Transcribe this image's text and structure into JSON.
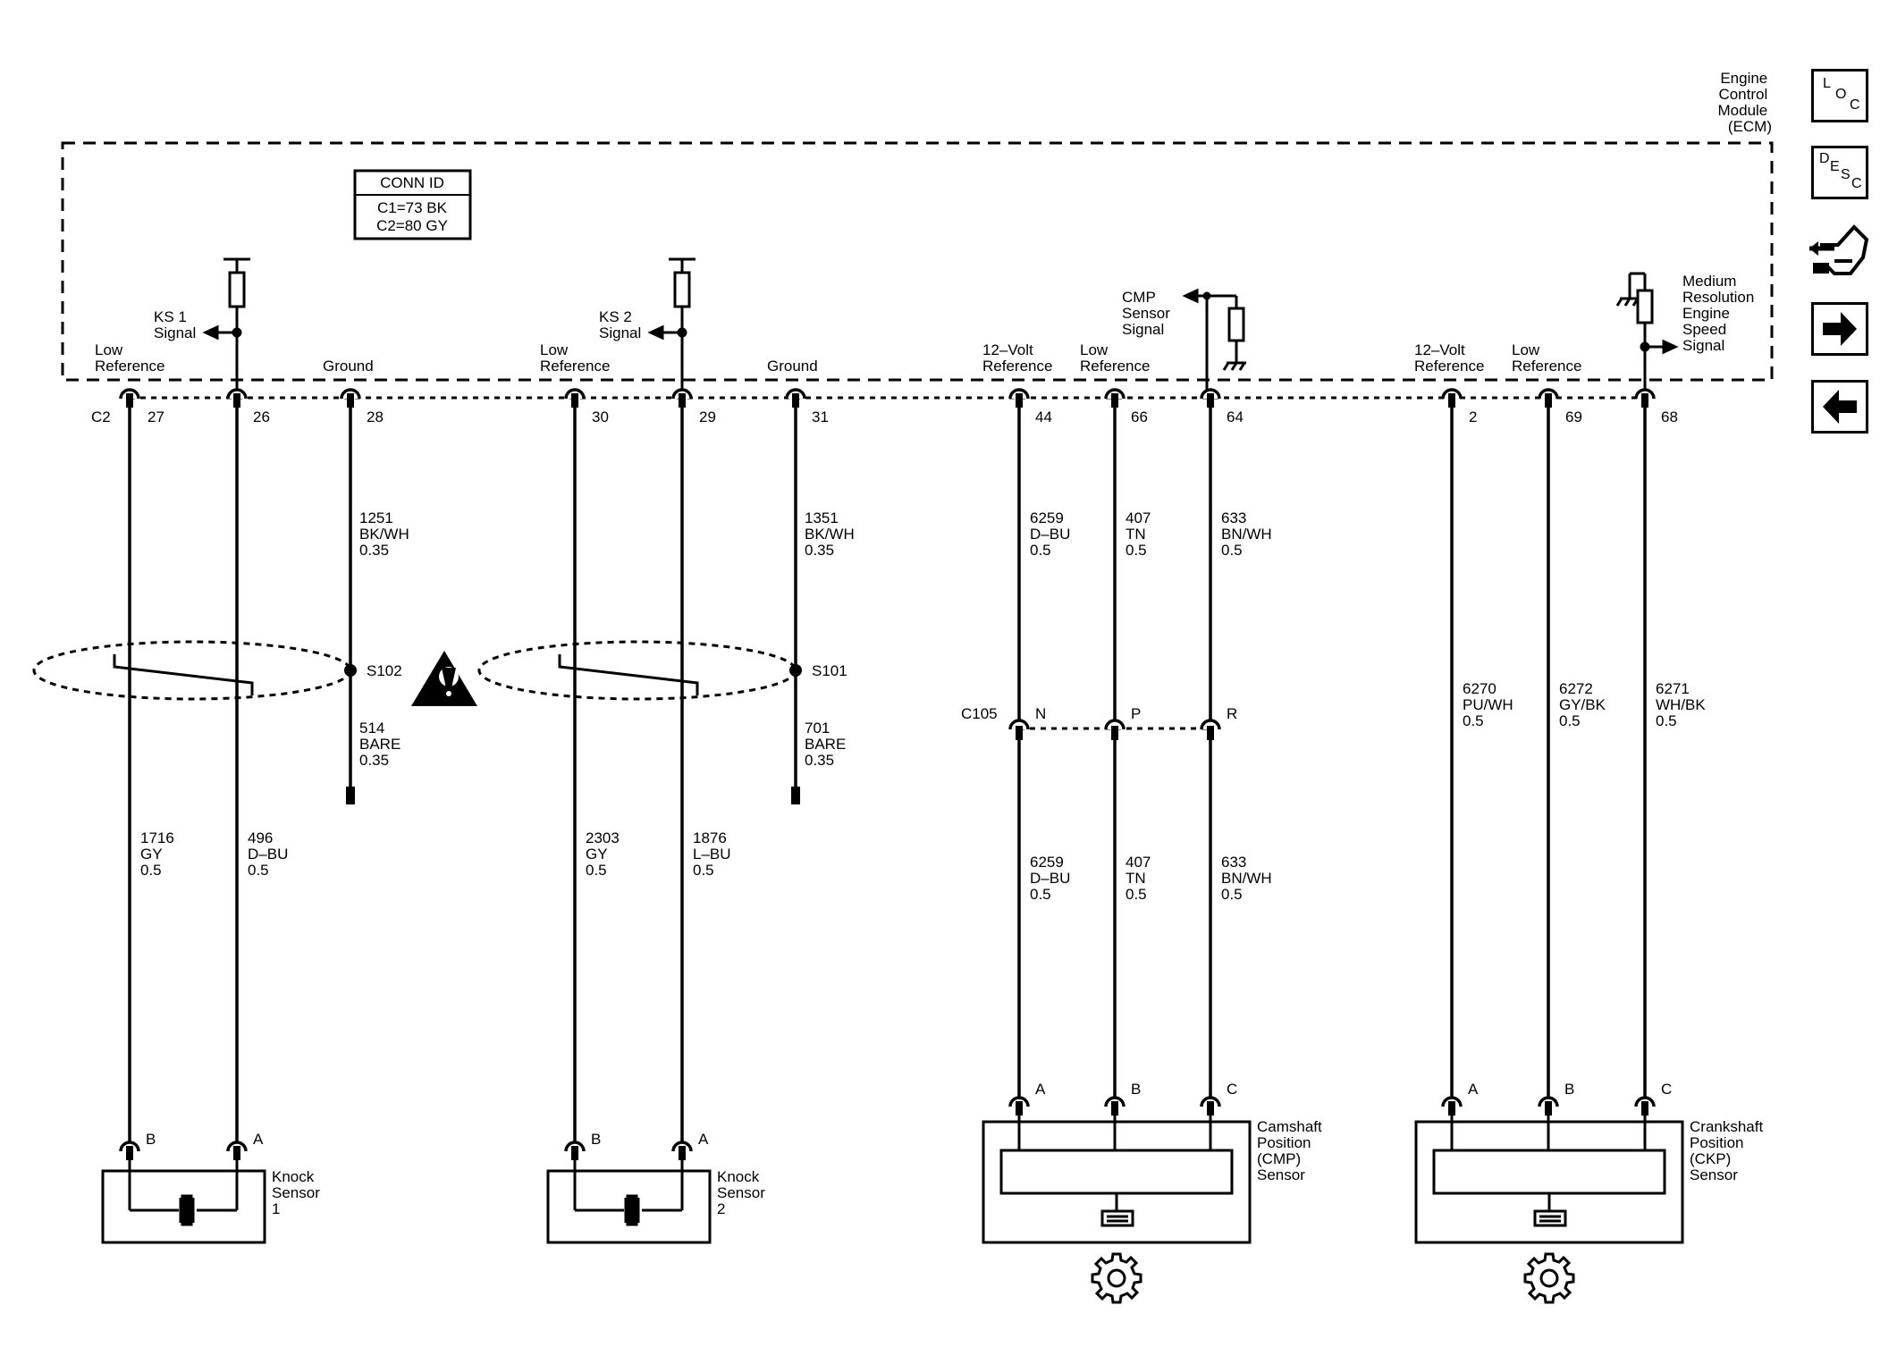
{
  "ecm": {
    "title_lines": [
      "Engine",
      "Control",
      "Module",
      "(ECM)"
    ]
  },
  "conn_id": {
    "title": "CONN ID",
    "c1": "C1=73 BK",
    "c2": "C2=80 GY"
  },
  "nav": {
    "loc": [
      "L",
      "O",
      "C"
    ],
    "desc": [
      "D",
      "E",
      "S",
      "C"
    ]
  },
  "ecm_labels": {
    "ks1_signal": [
      "KS 1",
      "Signal"
    ],
    "ks2_signal": [
      "KS 2",
      "Signal"
    ],
    "low_ref_27": [
      "Low",
      "Reference"
    ],
    "ground_28": [
      "Ground"
    ],
    "low_ref_30": [
      "Low",
      "Reference"
    ],
    "ground_31": [
      "Ground"
    ],
    "v12_ref_44": [
      "12–Volt",
      "Reference"
    ],
    "low_ref_66": [
      "Low",
      "Reference"
    ],
    "cmp_signal": [
      "CMP",
      "Sensor",
      "Signal"
    ],
    "v12_ref_2": [
      "12–Volt",
      "Reference"
    ],
    "low_ref_69": [
      "Low",
      "Reference"
    ],
    "mres_signal": [
      "Medium",
      "Resolution",
      "Engine",
      "Speed",
      "Signal"
    ]
  },
  "pins": {
    "c2": "C2",
    "p27": "27",
    "p26": "26",
    "p28": "28",
    "p30": "30",
    "p29": "29",
    "p31": "31",
    "p44": "44",
    "p66": "66",
    "p64": "64",
    "p2": "2",
    "p69": "69",
    "p68": "68"
  },
  "wires": {
    "w28": [
      "1251",
      "BK/WH",
      "0.35"
    ],
    "w31": [
      "1351",
      "BK/WH",
      "0.35"
    ],
    "w44_top": [
      "6259",
      "D–BU",
      "0.5"
    ],
    "w66_top": [
      "407",
      "TN",
      "0.5"
    ],
    "w64_top": [
      "633",
      "BN/WH",
      "0.5"
    ],
    "w514": [
      "514",
      "BARE",
      "0.35"
    ],
    "w701": [
      "701",
      "BARE",
      "0.35"
    ],
    "w6270": [
      "6270",
      "PU/WH",
      "0.5"
    ],
    "w6272": [
      "6272",
      "GY/BK",
      "0.5"
    ],
    "w6271": [
      "6271",
      "WH/BK",
      "0.5"
    ],
    "w1716": [
      "1716",
      "GY",
      "0.5"
    ],
    "w496": [
      "496",
      "D–BU",
      "0.5"
    ],
    "w2303": [
      "2303",
      "GY",
      "0.5"
    ],
    "w1876": [
      "1876",
      "L–BU",
      "0.5"
    ],
    "w44_bot": [
      "6259",
      "D–BU",
      "0.5"
    ],
    "w66_bot": [
      "407",
      "TN",
      "0.5"
    ],
    "w64_bot": [
      "633",
      "BN/WH",
      "0.5"
    ]
  },
  "splices": {
    "s102": "S102",
    "s101": "S101"
  },
  "c105": {
    "name": "C105",
    "n": "N",
    "p": "P",
    "r": "R"
  },
  "sensor_pins": {
    "ks1_b": "B",
    "ks1_a": "A",
    "ks2_b": "B",
    "ks2_a": "A",
    "cmp_a": "A",
    "cmp_b": "B",
    "cmp_c": "C",
    "ckp_a": "A",
    "ckp_b": "B",
    "ckp_c": "C"
  },
  "sensors": {
    "knock1": [
      "Knock",
      "Sensor",
      "1"
    ],
    "knock2": [
      "Knock",
      "Sensor",
      "2"
    ],
    "cmp": [
      "Camshaft",
      "Position",
      "(CMP)",
      "Sensor"
    ],
    "ckp": [
      "Crankshaft",
      "Position",
      "(CKP)",
      "Sensor"
    ]
  }
}
